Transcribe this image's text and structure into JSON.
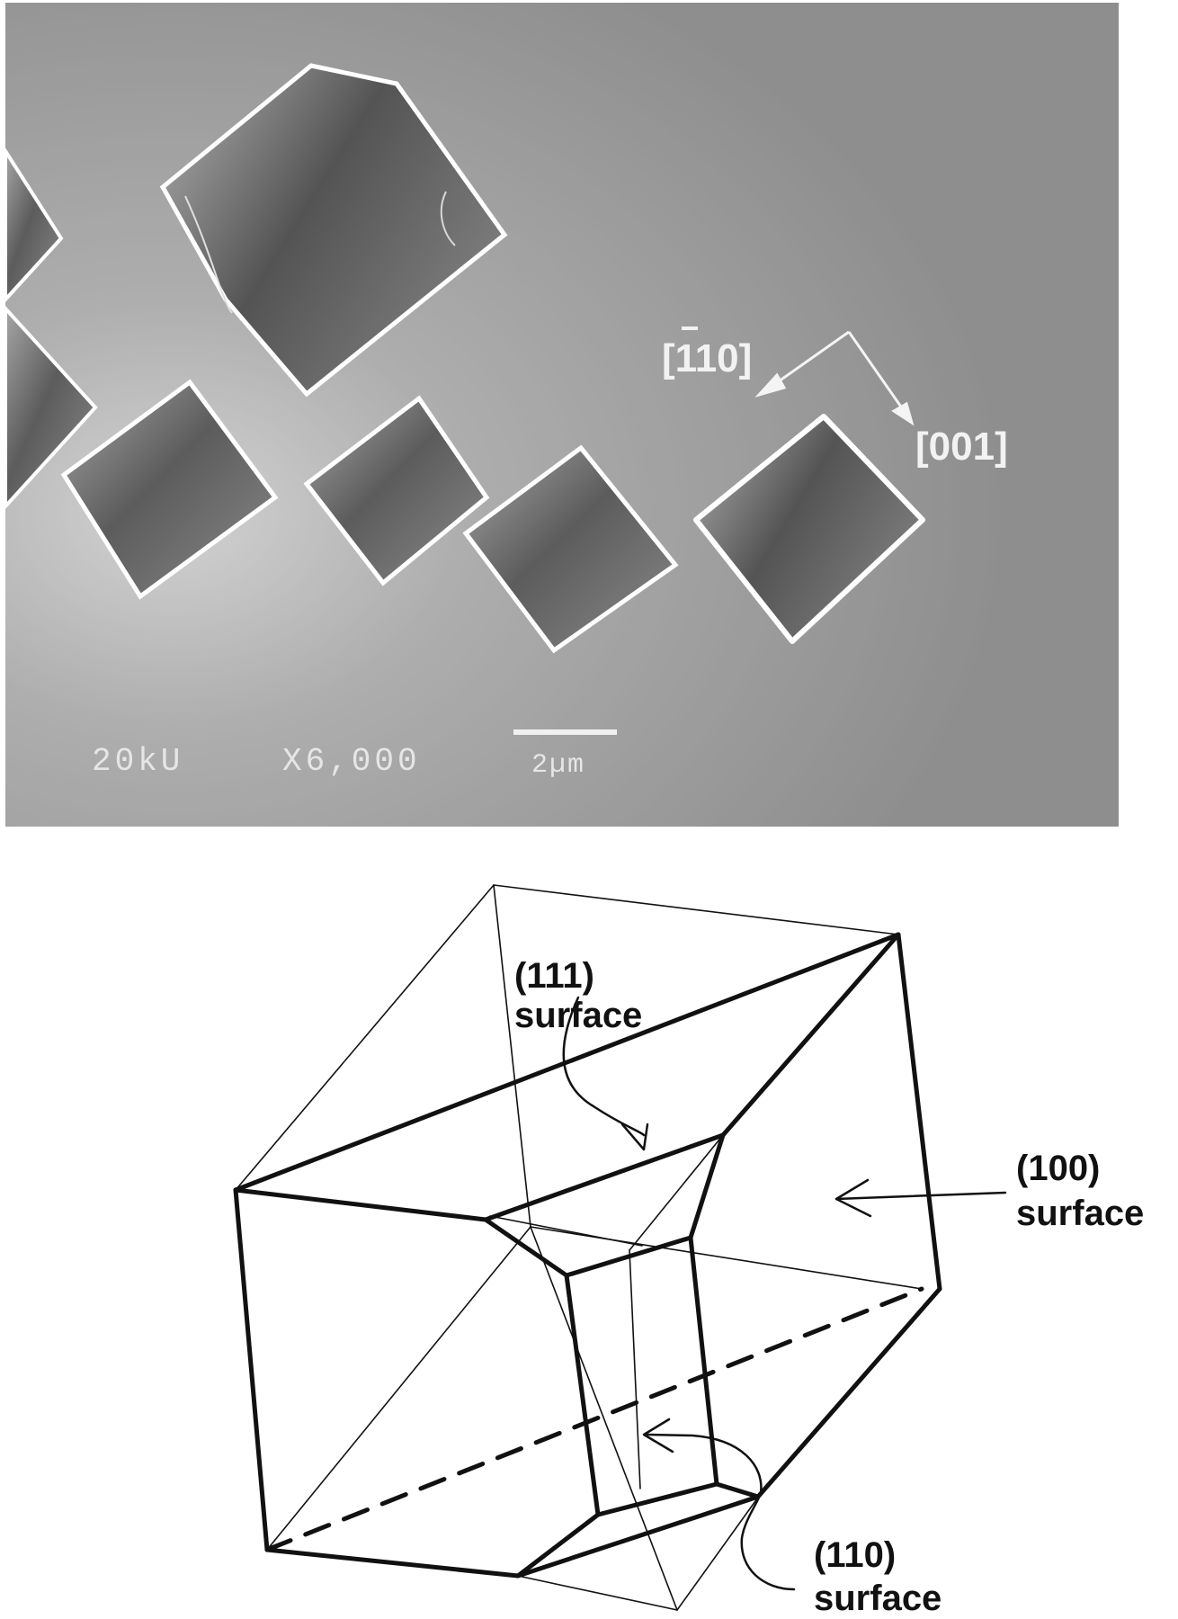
{
  "figure": {
    "sem_image": {
      "description": "SEM micrograph of cubic crystals on substrate",
      "directions": {
        "dir_a": "[110]",
        "dir_a_bar": "̅",
        "dir_a_text": "[110]",
        "dir_a_has_overbar_on_first_digit": true,
        "dir_b_text": "[001]"
      },
      "info_bar": {
        "voltage": "20kU",
        "magnification": "X6,000",
        "scale_bar_label": "2µm"
      }
    },
    "diagram": {
      "labels": [
        {
          "id": "111",
          "index": "(111)",
          "word": "surface"
        },
        {
          "id": "100",
          "index": "(100)",
          "word": "surface"
        },
        {
          "id": "110",
          "index": "(110)",
          "word": "surface"
        }
      ]
    }
  }
}
